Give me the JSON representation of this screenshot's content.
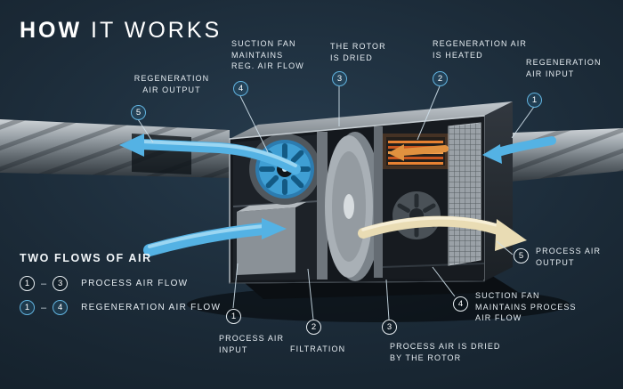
{
  "title": {
    "bold": "HOW",
    "light": " IT WORKS"
  },
  "callouts": {
    "reg_output": {
      "num": "5",
      "lines": [
        "REGENERATION",
        "AIR OUTPUT"
      ]
    },
    "suction_reg": {
      "num": "4",
      "lines": [
        "SUCTION FAN",
        "MAINTAINS",
        "REG. AIR FLOW"
      ]
    },
    "rotor_dried": {
      "num": "3",
      "lines": [
        "THE ROTOR",
        "IS DRIED"
      ]
    },
    "reg_heated": {
      "num": "2",
      "lines": [
        "REGENERATION AIR",
        "IS HEATED"
      ]
    },
    "reg_input": {
      "num": "1",
      "lines": [
        "REGENERATION",
        "AIR INPUT"
      ]
    },
    "process_output": {
      "num": "5",
      "lines": [
        "PROCESS AIR",
        "OUTPUT"
      ]
    },
    "suction_process": {
      "num": "4",
      "lines": [
        "SUCTION FAN",
        "MAINTAINS PROCESS",
        "AIR FLOW"
      ]
    },
    "process_dried": {
      "num": "3",
      "lines": [
        "PROCESS AIR IS DRIED",
        "BY THE ROTOR"
      ]
    },
    "filtration": {
      "num": "2",
      "lines": [
        "FILTRATION"
      ]
    },
    "process_input": {
      "num": "1",
      "lines": [
        "PROCESS AIR",
        "INPUT"
      ]
    }
  },
  "legend": {
    "title": "TWO FLOWS OF AIR",
    "rows": [
      {
        "from": "1",
        "sep": "–",
        "to": "3",
        "label": "PROCESS AIR FLOW",
        "style": "white"
      },
      {
        "from": "1",
        "sep": "–",
        "to": "4",
        "label": "REGENERATION AIR FLOW",
        "style": "blue"
      }
    ]
  },
  "colors": {
    "background": "#1b2a37",
    "accent_blue": "#54b2e4",
    "process_beige": "#e9dcb4",
    "heater_orange": "#e68132",
    "circle_white": "#e8eef2",
    "circle_blue": "#5fb0de"
  }
}
